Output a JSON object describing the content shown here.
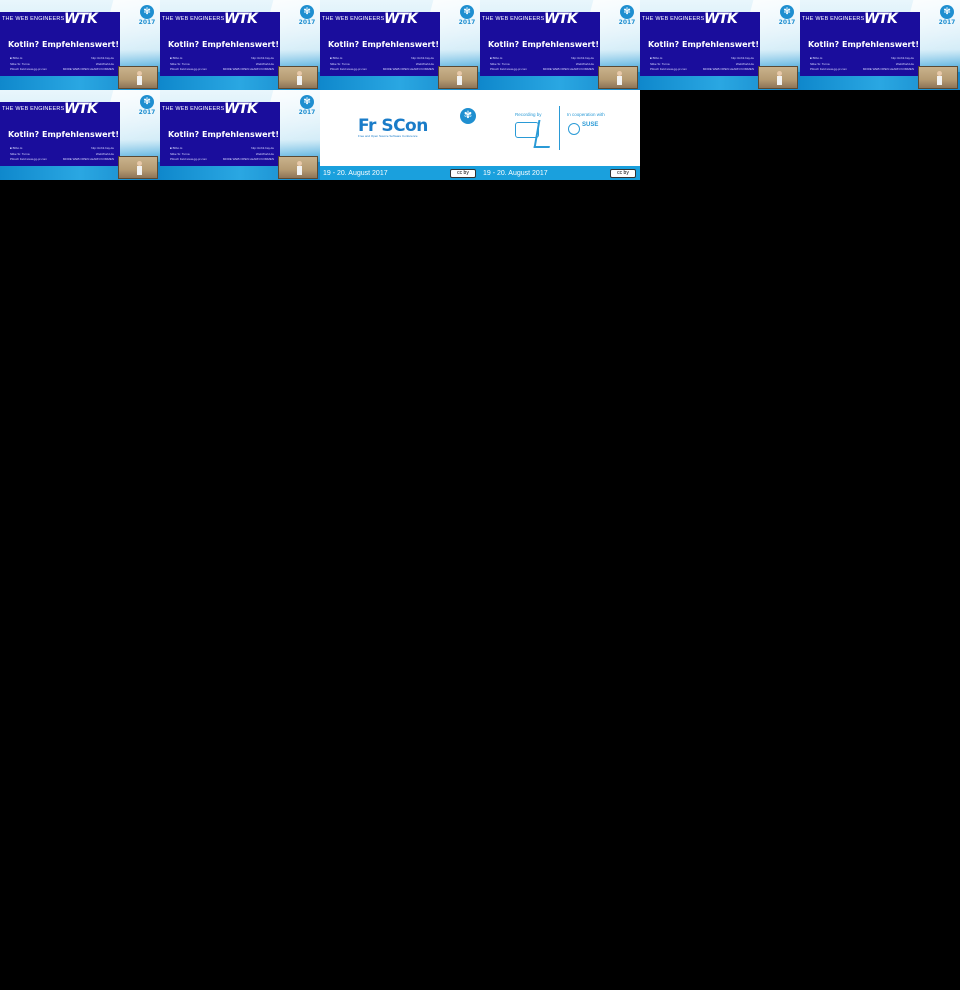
{
  "slides": {
    "header_text": "THE WEB ENGINEERS",
    "logo_text": "WTK",
    "title": "Kotlin? Empfehlenswert!",
    "badge_year": "2017",
    "lines": [
      {
        "left": "■ Bilbo H.",
        "right": "http://orbit.bay.de"
      },
      {
        "left": "Silke Sr. Turna",
        "right": "WebWorld.de"
      },
      {
        "left": "Plüsch Feld   www.gg-pr.com",
        "right": "MORE WEB OPEN LEARN KOMMEN"
      }
    ]
  },
  "froscon": {
    "logo_text": "Fr  SCon",
    "subtitle": "Free and Open Source Software Conference",
    "date": "19 - 20. August 2017",
    "cc_label": "cc by",
    "recording_label": "Recording by",
    "coop_label": "In cooperation with",
    "partner_name": "SUSE"
  }
}
